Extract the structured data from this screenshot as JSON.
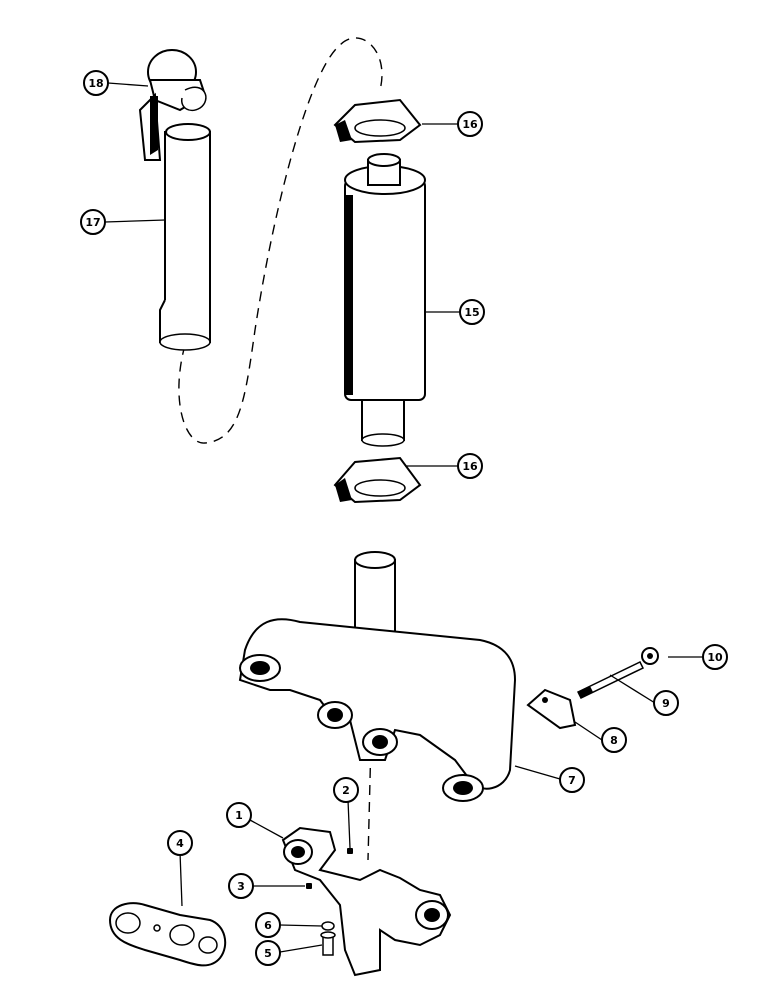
{
  "diagram": {
    "callouts": [
      {
        "id": "1",
        "label": "1"
      },
      {
        "id": "2",
        "label": "2"
      },
      {
        "id": "3",
        "label": "3"
      },
      {
        "id": "4",
        "label": "4"
      },
      {
        "id": "5",
        "label": "5"
      },
      {
        "id": "6",
        "label": "6"
      },
      {
        "id": "7",
        "label": "7"
      },
      {
        "id": "8",
        "label": "8"
      },
      {
        "id": "9",
        "label": "9"
      },
      {
        "id": "10",
        "label": "10"
      },
      {
        "id": "15",
        "label": "15"
      },
      {
        "id": "16a",
        "label": "16"
      },
      {
        "id": "16b",
        "label": "16"
      },
      {
        "id": "17",
        "label": "17"
      },
      {
        "id": "18",
        "label": "18"
      }
    ]
  }
}
